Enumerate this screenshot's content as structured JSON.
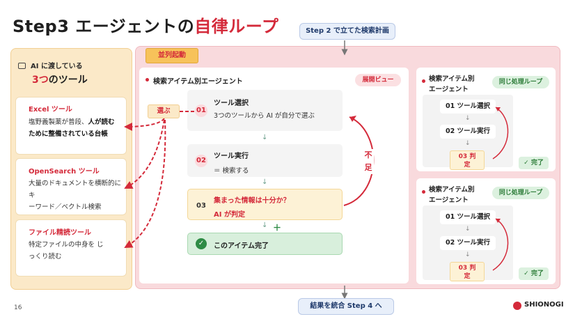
{
  "title": {
    "prefix": "Step3 エージェントの",
    "accent": "自律ループ"
  },
  "top_pill": "Step 2 で立てた検索計画",
  "bottom_pill": "結果を統合 Step 4 へ",
  "left": {
    "header_line1": "AI に渡している",
    "header_num": "3つ",
    "header_suffix": "のツール",
    "tools": [
      {
        "name": "Excel ツール",
        "desc_parts": [
          "塩野義製薬が普段、",
          "人が読む",
          "ために整備されている台帳"
        ]
      },
      {
        "name": "OpenSearch ツール",
        "desc_line1": "大量のドキュメントを横断的に キ",
        "desc_line2": "ーワード／ベクトル検索"
      },
      {
        "name": "ファイル精読ツール",
        "desc_line1": "特定ファイルの中身を じ",
        "desc_line2": "っくり読む"
      }
    ]
  },
  "parallel_tag": "並列起動",
  "main": {
    "header": "検索アイテム別エージェント",
    "badge": "展開ビュー",
    "choose_tag": "選ぶ",
    "steps": [
      {
        "num": "01",
        "title": "ツール選択",
        "sub": "3つのツールから AI が自分で選ぶ"
      },
      {
        "num": "02",
        "title": "ツール実行",
        "sub": "＝ 検索する"
      },
      {
        "num": "03",
        "title": "集まった情報は十分か？",
        "sub": "AI が判定"
      }
    ],
    "arrow": "↓",
    "plus": "＋",
    "insufficient": [
      "不",
      "足"
    ],
    "complete": "このアイテム完了"
  },
  "side_cards": [
    {
      "header_line1": "検索アイテム別",
      "header_line2": "エージェント",
      "badge": "同じ処理ループ",
      "steps": [
        "01 ツール選択",
        "02 ツール実行"
      ],
      "judge_line1": "03 判",
      "judge_line2": "定",
      "done": "完了",
      "arrow": "↓"
    },
    {
      "header_line1": "検索アイテム別",
      "header_line2": "エージェント",
      "badge": "同じ処理ループ",
      "steps": [
        "01 ツール選択",
        "02 ツール実行"
      ],
      "judge_line1": "03 判",
      "judge_line2": "定",
      "done": "完了",
      "arrow": "↓"
    }
  ],
  "page_number": "16",
  "logo": "SHIONOGI",
  "colors": {
    "accent": "#d42a3a",
    "pink_panel": "#f9dadd",
    "left_panel": "#fbe9c8",
    "green": "#2e8b45"
  }
}
